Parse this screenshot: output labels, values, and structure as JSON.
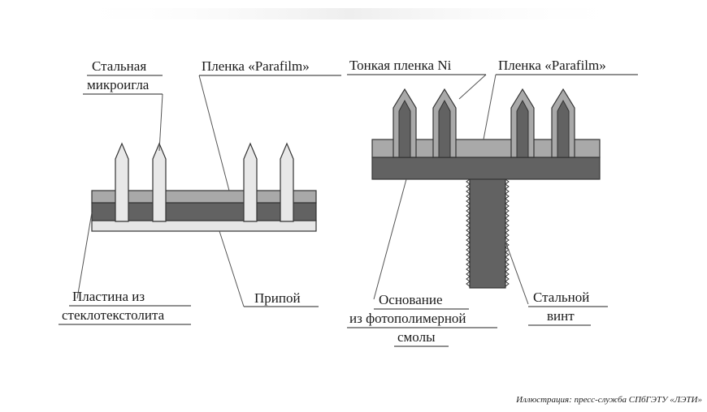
{
  "left": {
    "labels": {
      "microneedle_line1": "Стальная",
      "microneedle_line2": "микроигла",
      "parafilm": "Пленка «Parafilm»",
      "plate_line1": "Пластина из",
      "plate_line2": "стеклотекстолита",
      "solder": "Припой"
    }
  },
  "right": {
    "labels": {
      "ni_film": "Тонкая пленка Ni",
      "parafilm": "Пленка «Parafilm»",
      "base_line1": "Основание",
      "base_line2": "из фотополимерной",
      "base_line3": "смолы",
      "screw_line1": "Стальной",
      "screw_line2": "винт"
    }
  },
  "credit": "Иллюстрация: пресс-служба СПбГЭТУ «ЛЭТИ»",
  "colors": {
    "dark_layer": "#626262",
    "mid_layer": "#a9a9a9",
    "light_layer": "#e6e6e6",
    "needle": "#e8e8e8",
    "outline": "#333333"
  }
}
